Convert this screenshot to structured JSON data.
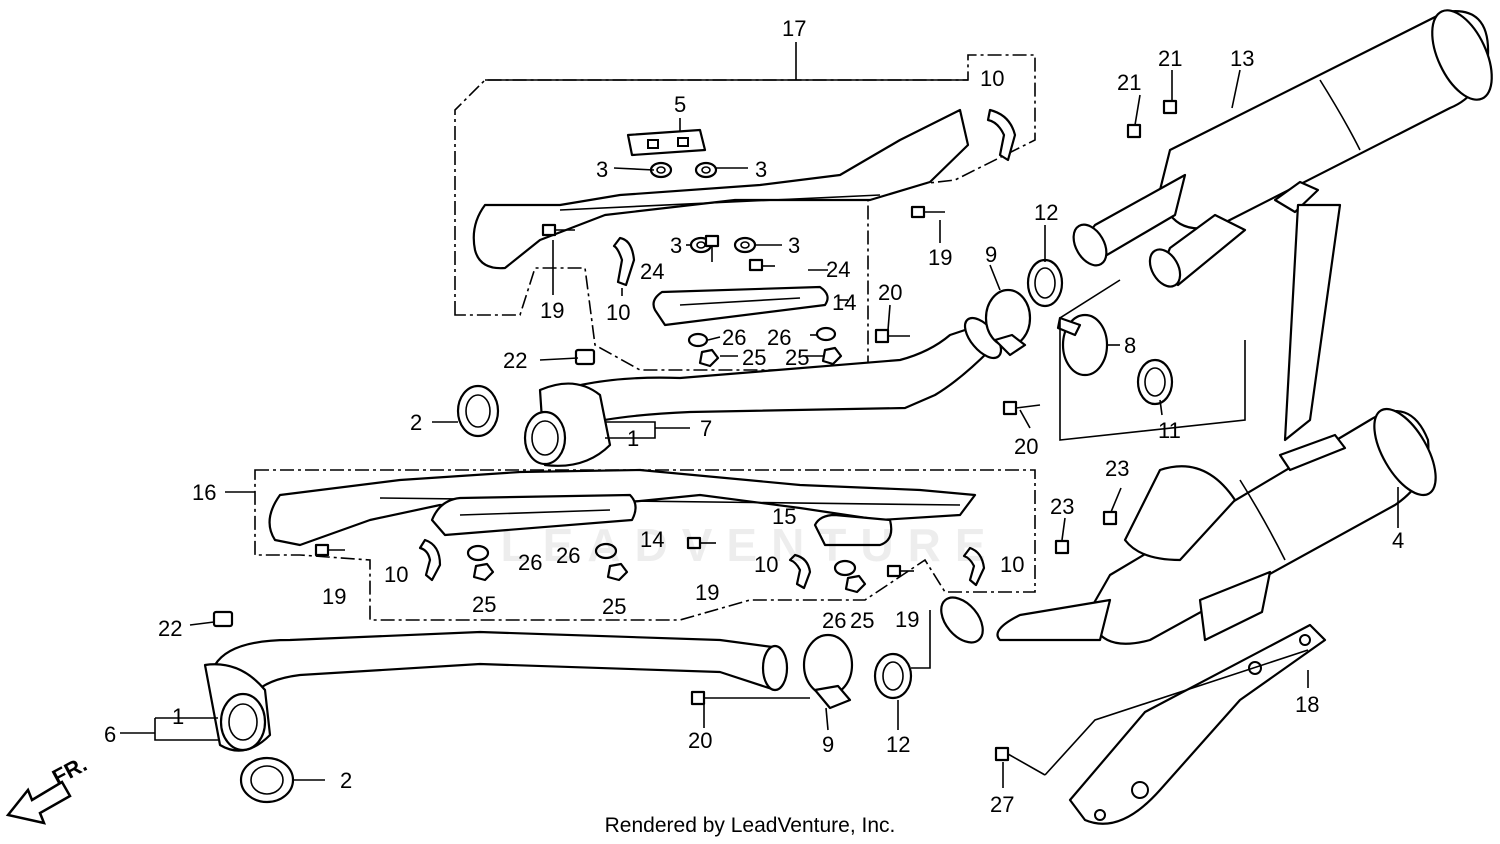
{
  "diagram": {
    "footer": "Rendered by LeadVenture, Inc.",
    "front_marker": "FR.",
    "watermark": "LEADVENTURE",
    "callouts": {
      "c17": "17",
      "c10a": "10",
      "c5": "5",
      "c3a": "3",
      "c3b": "3",
      "c3c": "3",
      "c3d": "3",
      "c21a": "21",
      "c21b": "21",
      "c13": "13",
      "c12a": "12",
      "c9a": "9",
      "c19a": "19",
      "c19b": "19",
      "c24a": "24",
      "c24b": "24",
      "c10b": "10",
      "c14a": "14",
      "c20a": "20",
      "c26a": "26",
      "c26b": "26",
      "c25a": "25",
      "c25b": "25",
      "c22a": "22",
      "c8": "8",
      "c2a": "2",
      "c1a": "1",
      "c7": "7",
      "c11": "11",
      "c20b": "20",
      "c23a": "23",
      "c23b": "23",
      "c16": "16",
      "c4": "4",
      "c15": "15",
      "c14b": "14",
      "c26c": "26",
      "c26d": "26",
      "c10c": "10",
      "c10d": "10",
      "c10e": "10",
      "c19c": "19",
      "c19d": "19",
      "c19e": "19",
      "c25c": "25",
      "c25d": "25",
      "c26e": "26",
      "c25e": "25",
      "c22b": "22",
      "c1b": "1",
      "c6": "6",
      "c20c": "20",
      "c9b": "9",
      "c12b": "12",
      "c18": "18",
      "c2b": "2",
      "c27": "27"
    }
  }
}
